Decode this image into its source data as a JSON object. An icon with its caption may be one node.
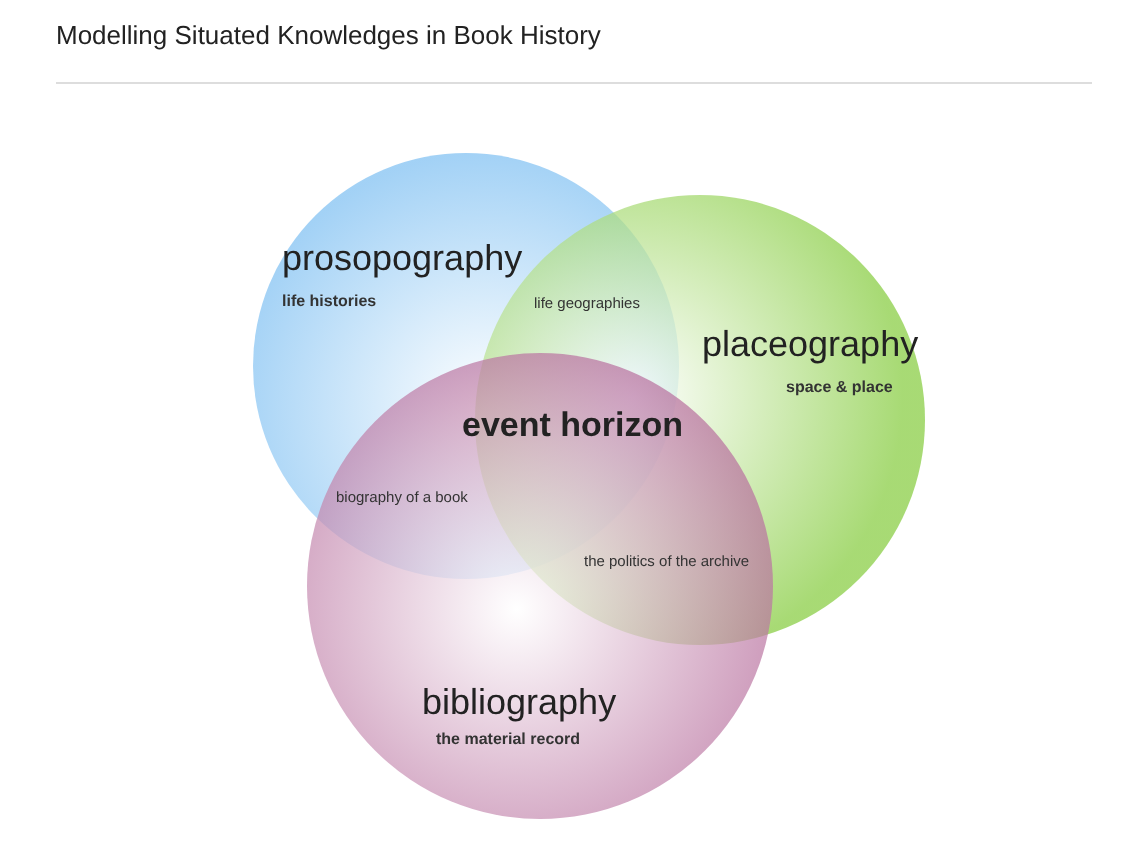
{
  "diagram": {
    "title": "Modelling Situated Knowledges in Book History",
    "nodes": [
      {
        "text": [
          "prosopography",
          "life histories"
        ]
      },
      {
        "text": [
          "placeography",
          "space & place"
        ]
      },
      {
        "text": [
          "bibliography",
          "the material record"
        ]
      }
    ],
    "labels": [
      "life geographies",
      "event horizon",
      "biography of a book",
      "the politics of the archive"
    ]
  }
}
